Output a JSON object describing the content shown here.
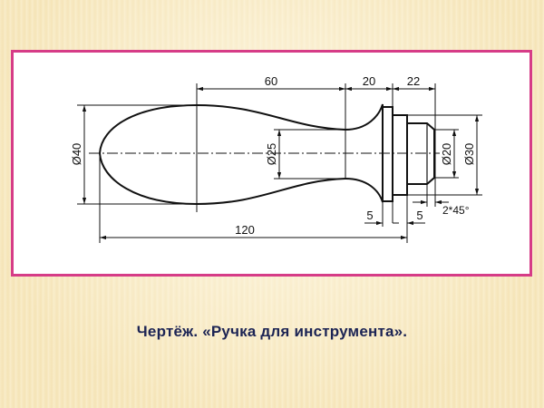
{
  "slide": {
    "frame_color": "#d63c87",
    "caption": "Чертёж.  «Ручка для инструмента»."
  },
  "drawing": {
    "dimensions": {
      "length_60": "60",
      "length_20": "20",
      "length_22": "22",
      "length_120": "120",
      "length_5_flange": "5",
      "length_5_step": "5",
      "chamfer": "2*45°",
      "diameter_40": "Ø40",
      "diameter_25": "Ø25",
      "diameter_20": "Ø20",
      "diameter_30": "Ø30"
    }
  }
}
